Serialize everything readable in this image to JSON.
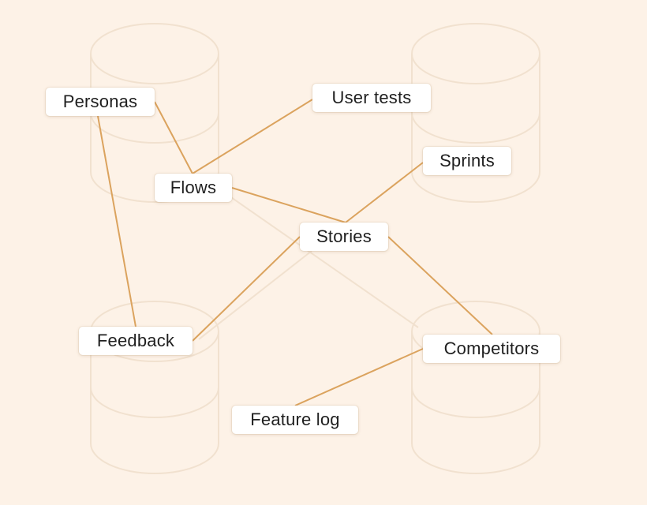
{
  "colors": {
    "background": "#fdf2e7",
    "edge": "#dba35e",
    "decor_stroke": "#f1e1cf",
    "node_fill": "#ffffff",
    "text": "#1f1f1f"
  },
  "nodes": {
    "personas": "Personas",
    "user_tests": "User tests",
    "sprints": "Sprints",
    "flows": "Flows",
    "stories": "Stories",
    "feedback": "Feedback",
    "competitors": "Competitors",
    "feature_log": "Feature log"
  },
  "edges": [
    [
      "personas",
      "flows"
    ],
    [
      "personas",
      "feedback"
    ],
    [
      "flows",
      "user_tests"
    ],
    [
      "flows",
      "stories"
    ],
    [
      "stories",
      "sprints"
    ],
    [
      "stories",
      "feedback"
    ],
    [
      "stories",
      "competitors"
    ],
    [
      "competitors",
      "feature_log"
    ]
  ]
}
